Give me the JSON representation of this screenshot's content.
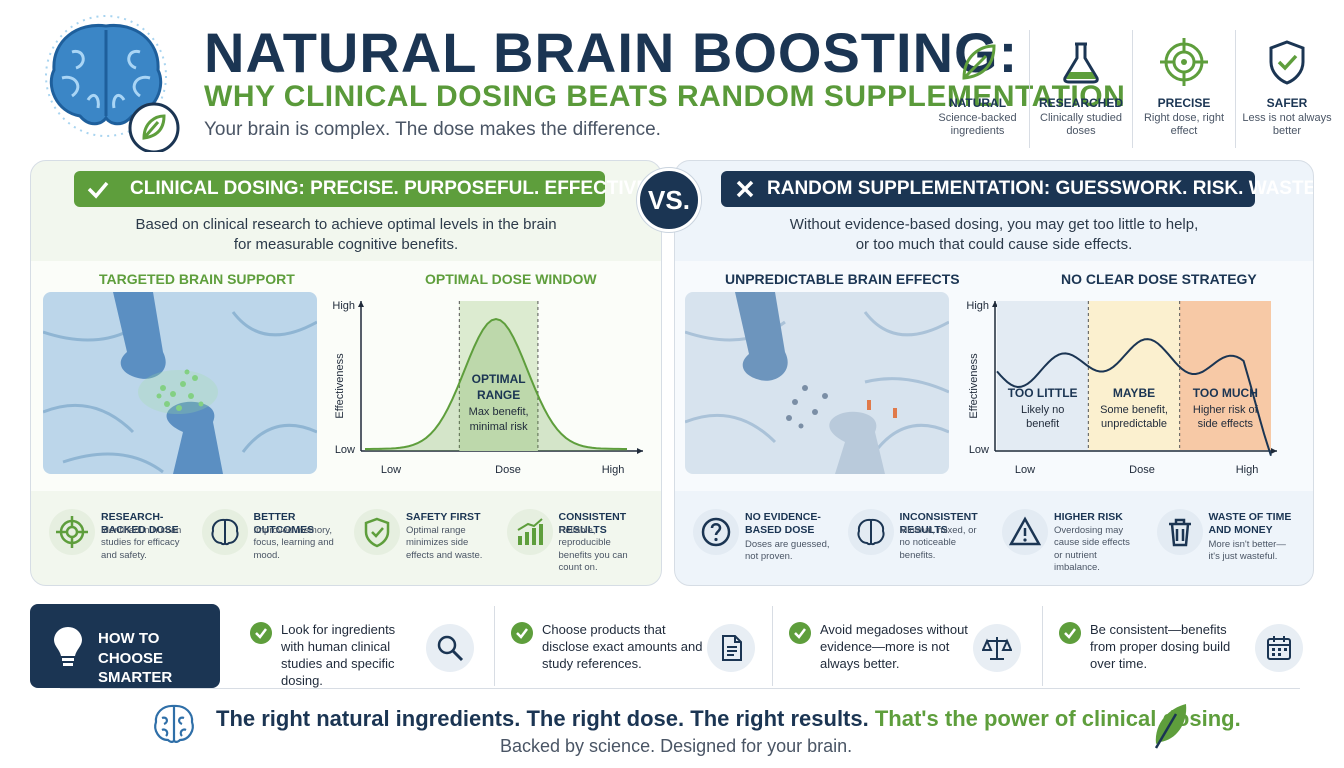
{
  "header": {
    "title": "NATURAL BRAIN BOOSTING:",
    "subtitle": "WHY CLINICAL DOSING BEATS RANDOM SUPPLEMENTATION",
    "tagline": "Your brain is complex. The dose makes the difference."
  },
  "badges": [
    {
      "title": "NATURAL",
      "desc": "Science-backed ingredients",
      "icon": "leaf-icon"
    },
    {
      "title": "RESEARCHED",
      "desc": "Clinically studied doses",
      "icon": "flask-icon"
    },
    {
      "title": "PRECISE",
      "desc": "Right dose, right effect",
      "icon": "target-icon"
    },
    {
      "title": "SAFER",
      "desc": "Less is not always better",
      "icon": "shield-check-icon"
    }
  ],
  "vs_label": "VS.",
  "clinical": {
    "banner": "CLINICAL DOSING: PRECISE. PURPOSEFUL. EFFECTIVE.",
    "desc_line1": "Based on clinical research to achieve optimal levels in the brain",
    "desc_line2": "for measurable cognitive benefits.",
    "image_title": "TARGETED BRAIN SUPPORT",
    "chart_title": "OPTIMAL DOSE WINDOW",
    "features": [
      {
        "title": "RESEARCH-BACKED DOSE",
        "desc": "Identified in human studies for efficacy and safety.",
        "icon": "target-icon"
      },
      {
        "title": "BETTER OUTCOMES",
        "desc": "Improved memory, focus, learning and mood.",
        "icon": "brain-icon"
      },
      {
        "title": "SAFETY FIRST",
        "desc": "Optimal range minimizes side effects and waste.",
        "icon": "shield-check-icon"
      },
      {
        "title": "CONSISTENT RESULTS",
        "desc": "Reliable, reproducible benefits you can count on.",
        "icon": "growth-chart-icon"
      }
    ]
  },
  "random": {
    "banner": "RANDOM SUPPLEMENTATION: GUESSWORK. RISK. WASTE.",
    "desc_line1": "Without evidence-based dosing, you may get too little to help,",
    "desc_line2": "or too much that could cause side effects.",
    "image_title": "UNPREDICTABLE BRAIN EFFECTS",
    "chart_title": "NO CLEAR DOSE STRATEGY",
    "features": [
      {
        "title": "NO EVIDENCE-BASED DOSE",
        "desc": "Doses are guessed, not proven.",
        "icon": "question-icon"
      },
      {
        "title": "INCONSISTENT RESULTS",
        "desc": "Minimal, mixed, or no noticeable benefits.",
        "icon": "brain-icon"
      },
      {
        "title": "HIGHER RISK",
        "desc": "Overdosing may cause side effects or nutrient imbalance.",
        "icon": "warning-icon"
      },
      {
        "title": "WASTE OF TIME AND MONEY",
        "desc": "More isn't better—it's just wasteful.",
        "icon": "trash-icon"
      }
    ]
  },
  "chart_data": [
    {
      "type": "area",
      "title": "OPTIMAL DOSE WINDOW",
      "xlabel": "Dose",
      "ylabel": "Effectiveness",
      "x_ticks": [
        "Low",
        "Dose",
        "High"
      ],
      "y_ticks": [
        "Low",
        "High"
      ],
      "shape": "bell curve with shaded optimal window in the middle",
      "annotation": {
        "title": "OPTIMAL RANGE",
        "desc": "Max benefit, minimal risk"
      },
      "color": "#5e9e3c"
    },
    {
      "type": "line",
      "title": "NO CLEAR DOSE STRATEGY",
      "xlabel": "Dose",
      "ylabel": "Effectiveness",
      "x_ticks": [
        "Low",
        "Dose",
        "High"
      ],
      "y_ticks": [
        "Low",
        "High"
      ],
      "shape": "erratic wavy line",
      "zones": [
        {
          "title": "TOO LITTLE",
          "desc": "Likely no benefit",
          "color": "#e3ebf3"
        },
        {
          "title": "MAYBE",
          "desc": "Some benefit, unpredictable",
          "color": "#fbf0cf"
        },
        {
          "title": "TOO MUCH",
          "desc": "Higher risk of side effects",
          "color": "#f7c9a6"
        }
      ],
      "color": "#1b3553"
    }
  ],
  "tips": {
    "heading": "HOW TO CHOOSE SMARTER",
    "items": [
      {
        "text": "Look for ingredients with human clinical studies and specific dosing.",
        "icon": "magnifier-icon"
      },
      {
        "text": "Choose products that disclose exact amounts and study references.",
        "icon": "document-icon"
      },
      {
        "text": "Avoid megadoses without evidence—more is not always better.",
        "icon": "scale-icon"
      },
      {
        "text": "Be consistent—benefits from proper dosing build over time.",
        "icon": "calendar-icon"
      }
    ]
  },
  "footer": {
    "main_part1": "The right natural ingredients. The right dose. The right results.",
    "main_part2": "That's the power of clinical dosing.",
    "sub": "Backed by science. Designed for your brain."
  }
}
